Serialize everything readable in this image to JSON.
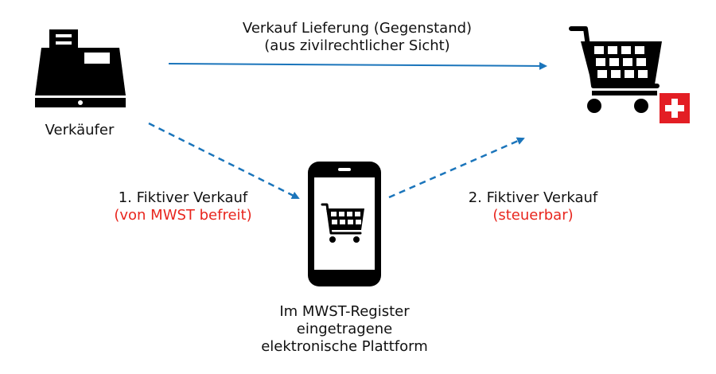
{
  "colors": {
    "arrow": "#1b75bb",
    "icon": "#000000",
    "swiss_flag": "#e31e24",
    "highlight_text": "#e8261e"
  },
  "top_arrow": {
    "line1": "Verkauf Lieferung (Gegenstand)",
    "line2": "(aus zivilrechtlicher Sicht)"
  },
  "seller": {
    "icon": "cash-register-icon",
    "label": "Verkäufer"
  },
  "buyer": {
    "icon": "shopping-cart-icon",
    "flag": "swiss-flag-icon"
  },
  "platform": {
    "icon": "smartphone-cart-icon",
    "line1": "Im MWST-Register",
    "line2": "eingetragene",
    "line3": "elektronische Plattform"
  },
  "sale1": {
    "title": "1. Fiktiver Verkauf",
    "note": "(von MWST befreit)"
  },
  "sale2": {
    "title": "2. Fiktiver Verkauf",
    "note": "(steuerbar)"
  }
}
